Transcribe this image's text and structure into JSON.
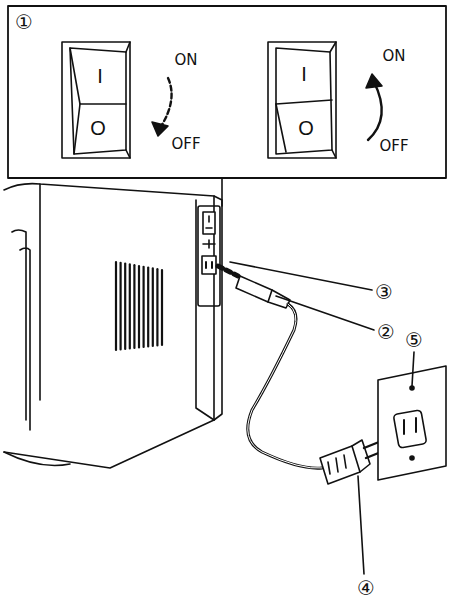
{
  "diagram": {
    "labels": [
      "①",
      "I",
      "O",
      "ON",
      "OFF",
      "I",
      "O",
      "ON",
      "OFF",
      "③",
      "②",
      "⑤",
      "④"
    ]
  }
}
